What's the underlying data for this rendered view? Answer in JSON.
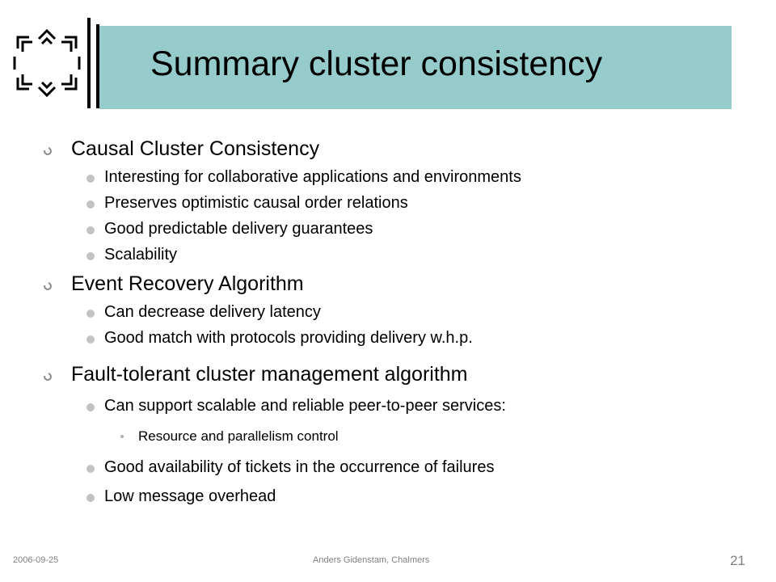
{
  "slide": {
    "title": "Summary cluster consistency",
    "logo_icon": "chalmers-emblem-icon",
    "accent_color": "#96cbcc"
  },
  "content": {
    "sections": [
      {
        "heading": "Causal Cluster Consistency",
        "items": [
          {
            "text": "Interesting for collaborative applications and environments"
          },
          {
            "text": "Preserves optimistic causal order relations"
          },
          {
            "text": "Good predictable delivery guarantees"
          },
          {
            "text": "Scalability"
          }
        ]
      },
      {
        "heading": "Event Recovery Algorithm",
        "items": [
          {
            "text": "Can decrease delivery latency"
          },
          {
            "text": "Good match with protocols providing delivery w.h.p."
          }
        ]
      },
      {
        "heading": "Fault-tolerant cluster management algorithm",
        "items": [
          {
            "text": "Can support scalable and reliable peer-to-peer services:",
            "subitems": [
              "Resource and parallelism control"
            ]
          },
          {
            "text": "Good availability of tickets in the occurrence of failures"
          },
          {
            "text": "Low message overhead"
          }
        ]
      }
    ]
  },
  "footer": {
    "date": "2006-09-25",
    "author": "Anders Gidenstam, Chalmers",
    "page_number": "21"
  }
}
